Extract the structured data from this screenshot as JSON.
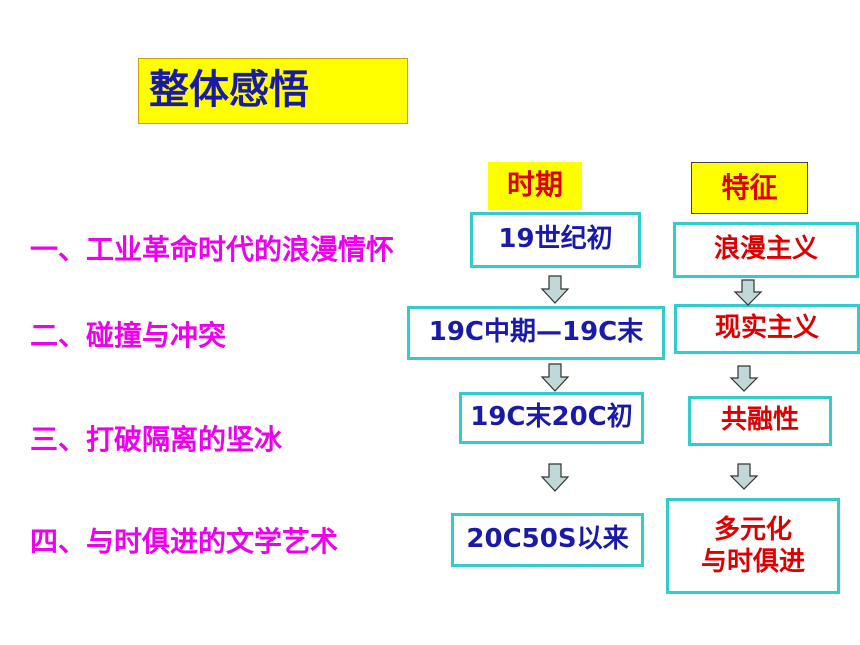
{
  "title": "整体感悟",
  "headers": {
    "period": "时期",
    "feature": "特征"
  },
  "sections": [
    "一、工业革命时代的浪漫情怀",
    "二、碰撞与冲突",
    "三、打破隔离的坚冰",
    "四、与时俱进的文学艺术"
  ],
  "periods": [
    "19世纪初",
    "19C中期—19C末",
    "19C末20C初",
    "20C50S以来"
  ],
  "features": [
    "浪漫主义",
    "现实主义",
    "共融性",
    "多元化\n与时俱进"
  ],
  "colors": {
    "title_bg": "#ffff00",
    "title_text": "#1a1aa8",
    "section_text": "#ee00ee",
    "header_bg": "#ffff00",
    "header_text": "#dd0000",
    "box_border": "#33cccc",
    "period_text": "#1a1aa8",
    "feature_text": "#dd0000",
    "arrow_fill": "#c0d8d8"
  }
}
